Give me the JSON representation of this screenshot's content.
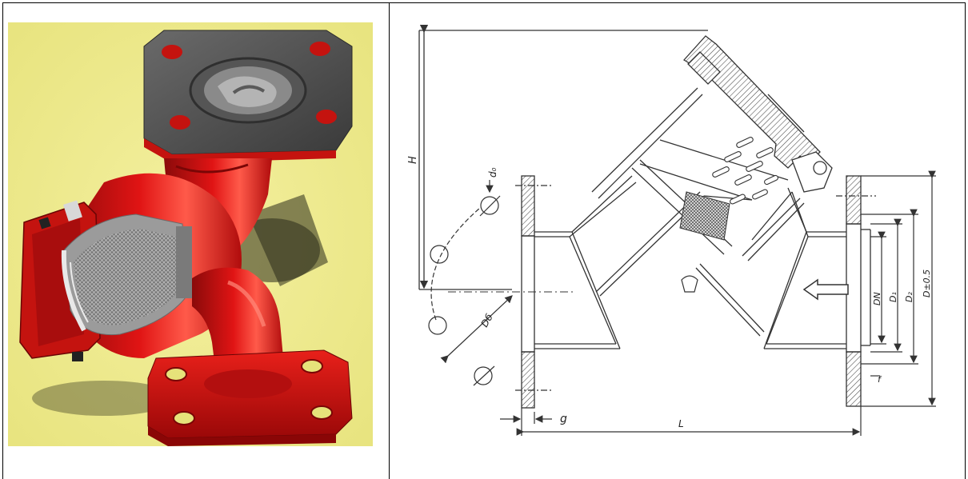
{
  "photo": {
    "subject": "y-strainer-cutaway-photo"
  },
  "drawing": {
    "labels": {
      "height": "H",
      "bolt_hole": "d₀",
      "bolt_circle": "Dб",
      "flange_thickness": "g",
      "length": "L",
      "d_n": "DN",
      "d_1": "D₁",
      "d_2": "D₂",
      "d_flange": "D±0.5",
      "face": "f"
    }
  }
}
